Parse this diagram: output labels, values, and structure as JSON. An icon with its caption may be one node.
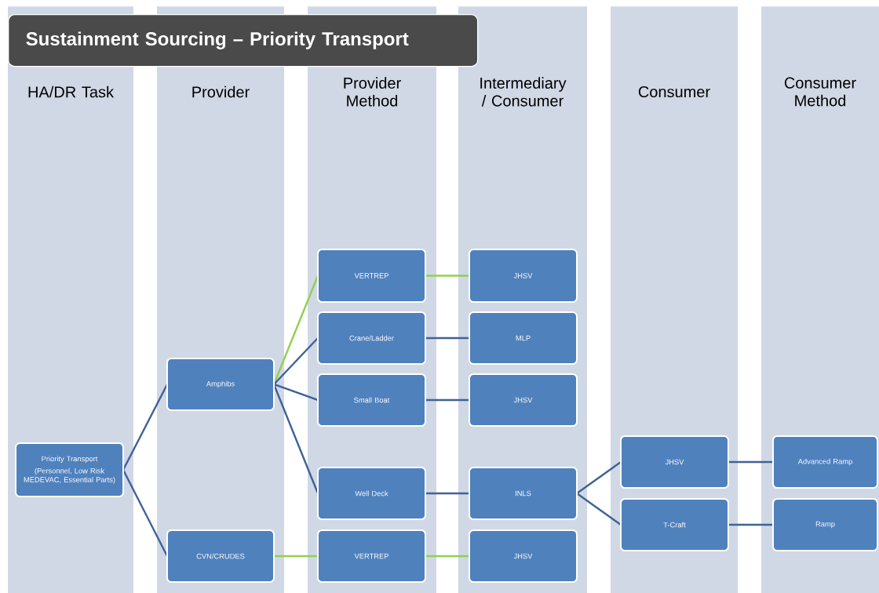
{
  "diagram": {
    "title": "Sustainment Sourcing – Priority Transport",
    "nodes": [
      {
        "text": [
          "HA/DR Task"
        ]
      },
      {
        "text": [
          "Provider"
        ]
      },
      {
        "text": [
          "Provider Method"
        ]
      },
      {
        "text": [
          "Intermediary / Consumer"
        ]
      },
      {
        "text": [
          "Consumer"
        ]
      },
      {
        "text": [
          "Consumer Method"
        ]
      },
      {
        "text": [
          "Priority Transport",
          "(Personnel, Low Risk MEDEVAC, Essential Parts)"
        ],
        "in": 0
      },
      {
        "text": [
          "Amphibs"
        ],
        "in": 1
      },
      {
        "text": [
          "CVN/CRUDES"
        ],
        "in": 1
      },
      {
        "text": [
          "VERTREP"
        ],
        "in": 2
      },
      {
        "text": [
          "Crane/Ladder"
        ],
        "in": 2
      },
      {
        "text": [
          "Small Boat"
        ],
        "in": 2
      },
      {
        "text": [
          "Well Deck"
        ],
        "in": 2
      },
      {
        "text": [
          "VERTREP"
        ],
        "in": 2
      },
      {
        "text": [
          "JHSV"
        ],
        "in": 3
      },
      {
        "text": [
          "MLP"
        ],
        "in": 3
      },
      {
        "text": [
          "JHSV"
        ],
        "in": 3
      },
      {
        "text": [
          "INLS"
        ],
        "in": 3
      },
      {
        "text": [
          "JHSV"
        ],
        "in": 3
      },
      {
        "text": [
          "JHSV"
        ],
        "in": 4
      },
      {
        "text": [
          "T-Craft"
        ],
        "in": 4
      },
      {
        "text": [
          "Advanced Ramp"
        ],
        "in": 5
      },
      {
        "text": [
          "Ramp"
        ],
        "in": 5
      }
    ],
    "edges": [
      {
        "from": 6,
        "to": 7,
        "arrow": "none"
      },
      {
        "from": 6,
        "to": 8,
        "arrow": "none"
      },
      {
        "from": 7,
        "to": 9,
        "arrow": "none",
        "color": "#92d050"
      },
      {
        "from": 7,
        "to": 10,
        "arrow": "none"
      },
      {
        "from": 7,
        "to": 11,
        "arrow": "none"
      },
      {
        "from": 7,
        "to": 12,
        "arrow": "none"
      },
      {
        "from": 8,
        "to": 13,
        "arrow": "none",
        "color": "#92d050"
      },
      {
        "from": 9,
        "to": 14,
        "arrow": "none",
        "color": "#92d050"
      },
      {
        "from": 10,
        "to": 15,
        "arrow": "none"
      },
      {
        "from": 11,
        "to": 16,
        "arrow": "none"
      },
      {
        "from": 12,
        "to": 17,
        "arrow": "none"
      },
      {
        "from": 13,
        "to": 18,
        "arrow": "none",
        "color": "#92d050"
      },
      {
        "from": 17,
        "to": 19,
        "arrow": "none"
      },
      {
        "from": 17,
        "to": 20,
        "arrow": "none"
      },
      {
        "from": 19,
        "to": 21,
        "arrow": "none"
      },
      {
        "from": 20,
        "to": 22,
        "arrow": "none"
      }
    ]
  }
}
